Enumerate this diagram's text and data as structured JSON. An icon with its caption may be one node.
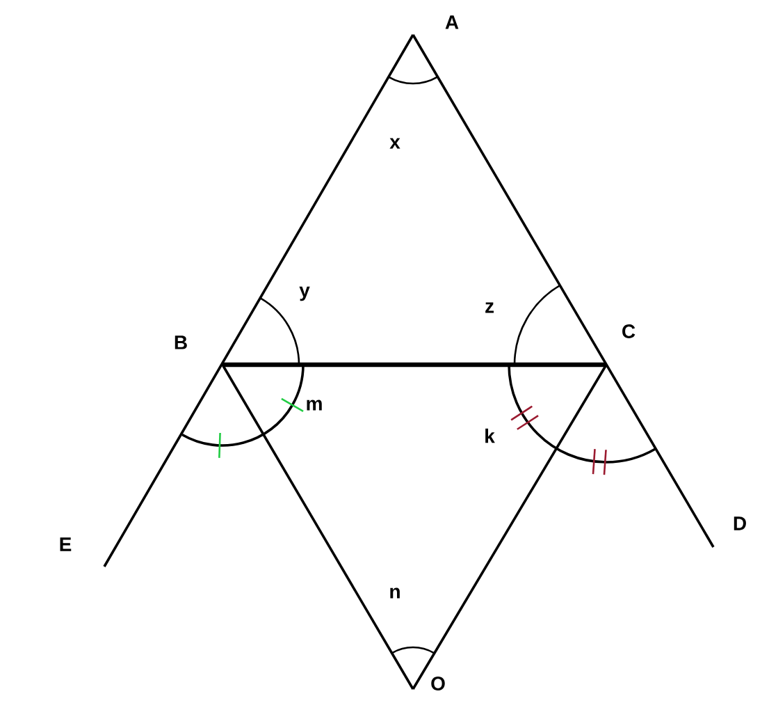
{
  "diagram": {
    "labels": [
      "A",
      "x",
      "y",
      "z",
      "B",
      "C",
      "m",
      "k",
      "E",
      "D",
      "n",
      "O"
    ]
  }
}
